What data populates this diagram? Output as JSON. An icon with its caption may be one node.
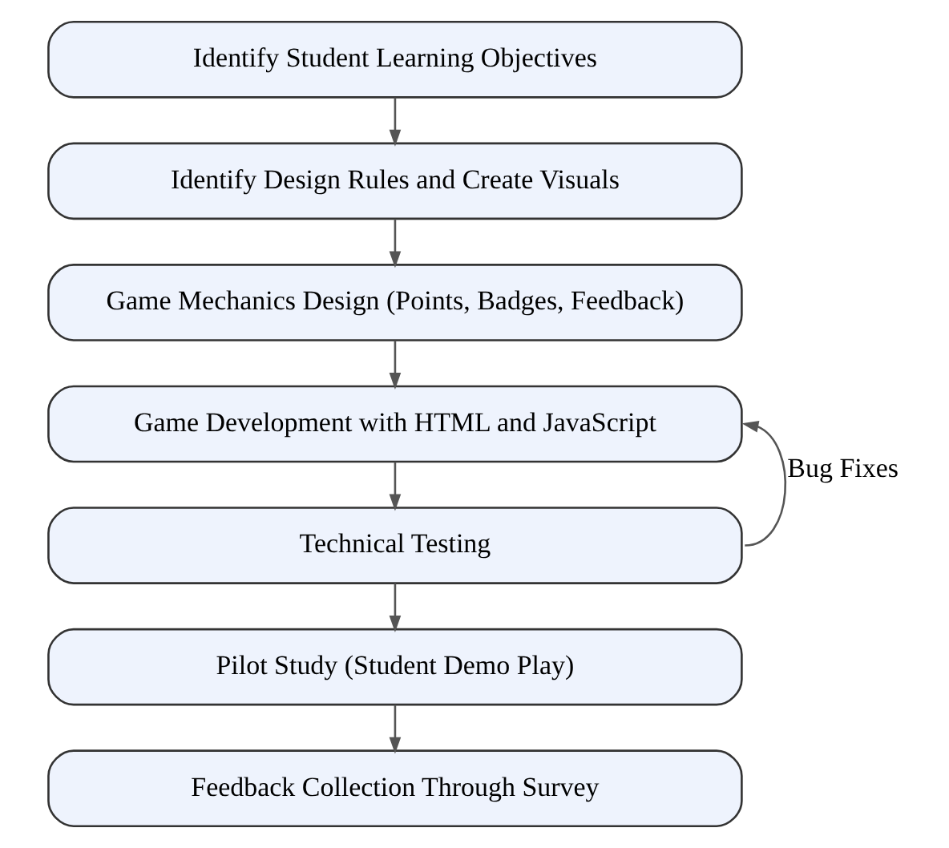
{
  "diagram": {
    "nodes": [
      {
        "text": [
          "Identify Student Learning Objectives"
        ]
      },
      {
        "text": [
          "Identify Design Rules and Create Visuals"
        ]
      },
      {
        "text": [
          "Game Mechanics Design (Points, Badges, Feedback)"
        ]
      },
      {
        "text": [
          "Game Development with HTML and JavaScript"
        ]
      },
      {
        "text": [
          "Technical Testing"
        ]
      },
      {
        "text": [
          "Pilot Study (Student Demo Play)"
        ]
      },
      {
        "text": [
          "Feedback Collection Through Survey"
        ]
      }
    ],
    "edges": [
      {
        "from": 0,
        "to": 1,
        "arrow": "to"
      },
      {
        "from": 1,
        "to": 2,
        "arrow": "to"
      },
      {
        "from": 2,
        "to": 3,
        "arrow": "to"
      },
      {
        "from": 3,
        "to": 4,
        "arrow": "to"
      },
      {
        "from": 4,
        "to": 3,
        "arrow": "to",
        "label": "Bug Fixes"
      },
      {
        "from": 4,
        "to": 5,
        "arrow": "to"
      },
      {
        "from": 5,
        "to": 6,
        "arrow": "to"
      }
    ]
  }
}
